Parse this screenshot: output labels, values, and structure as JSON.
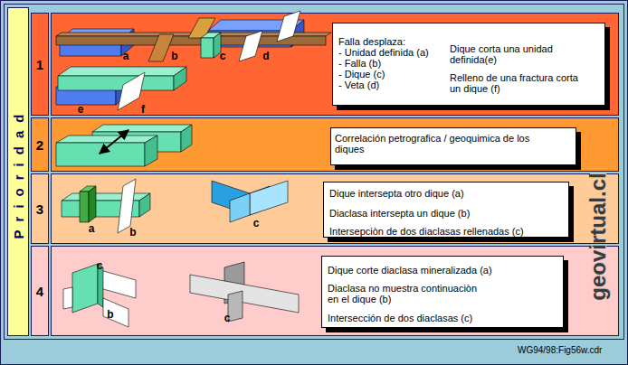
{
  "diagram": {
    "nodes": [
      {
        "text": [
          "Prioridad"
        ]
      },
      {
        "text": [
          "1"
        ]
      },
      {
        "text": [
          "a",
          "b",
          "c",
          "d",
          "e",
          "f"
        ]
      },
      {
        "text": [
          "Falla desplaza:",
          "- Unidad definida (a)",
          "- Falla (b)",
          "- Dique (c)",
          "- Veta (d)",
          "Dique corta una unidad definida(e)",
          "Relleno de una fractura corta un dique (f)"
        ],
        "in": 2
      },
      {
        "text": [
          "2"
        ]
      },
      {
        "text": []
      },
      {
        "text": [
          "Correlación petrografica / geoquimica de los diques"
        ],
        "in": 5
      },
      {
        "text": [
          "3"
        ]
      },
      {
        "text": [
          "a",
          "b",
          "c"
        ]
      },
      {
        "text": [
          "Dique intersepta otro dique (a)",
          "Diaclasa intersepta un dique (b)",
          "Intersepciòn de dos diaclasas rellenadas (c)"
        ],
        "in": 8
      },
      {
        "text": [
          "4"
        ]
      },
      {
        "text": [
          "c",
          "b",
          "c"
        ]
      },
      {
        "text": [
          "Dique corte diaclasa mineralizada (a)",
          "Diaclasa no muestra continuaciòn en el dique (b)",
          "Intersección de dos diaclasas (c)"
        ],
        "in": 11
      }
    ],
    "labels": [
      "geovirtual.cl",
      "WG94/98:Fig56w.cdr"
    ]
  }
}
